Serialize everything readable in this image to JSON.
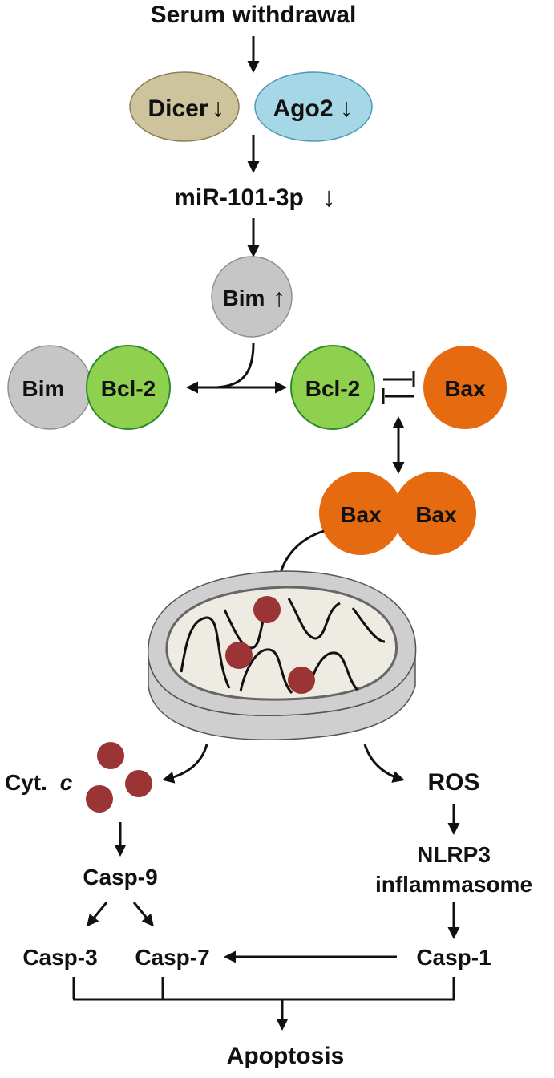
{
  "colors": {
    "dicer": "#cdc39c",
    "ago2": "#a6d7e6",
    "bim": "#c6c6c6",
    "bcl2": "#8fd14e",
    "bax": "#e66a10",
    "mirna_text": "#1a1aff",
    "cyt_c": "#9b3434",
    "mito_outer": "#cfcfcf",
    "mito_inner": "#eeebe2"
  },
  "labels": {
    "serum": "Serum withdrawal",
    "dicer": "Dicer",
    "ago2": "Ago2",
    "mirna": "miR-101-3p",
    "bim_up": "Bim",
    "bim_complex": "Bim",
    "bcl2_complex": "Bcl-2",
    "bcl2_free": "Bcl-2",
    "bax_single": "Bax",
    "bax_dimer_left": "Bax",
    "bax_dimer_right": "Bax",
    "cyt_prefix": "Cyt.",
    "cyt_italic": "c",
    "ros": "ROS",
    "nlrp3_line1": "NLRP3",
    "nlrp3_line2": "inflammasome",
    "casp9": "Casp-9",
    "casp3": "Casp-3",
    "casp7": "Casp-7",
    "casp1": "Casp-1",
    "apoptosis": "Apoptosis"
  },
  "icons": {
    "down_arrow": "↓",
    "up_arrow": "↑"
  }
}
